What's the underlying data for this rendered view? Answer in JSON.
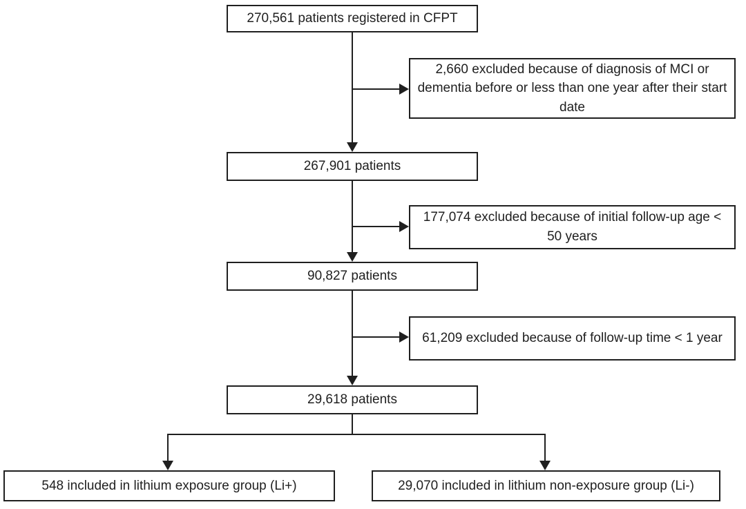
{
  "flow": {
    "registered": "270,561 patients registered in CFPT",
    "after_mci_exclusion": "267,901 patients",
    "after_age_exclusion": "90,827 patients",
    "after_followup_exclusion": "29,618 patients",
    "lithium_group": "548 included in lithium exposure group (Li+)",
    "non_lithium_group": "29,070 included in lithium non-exposure group (Li-)"
  },
  "exclusions": {
    "mci_dementia": "2,660 excluded because of diagnosis of MCI or dementia before or less than one year after their start date",
    "age": "177,074 excluded because of initial follow-up age < 50 years",
    "followup_time": "61,209 excluded because of follow-up time < 1 year"
  },
  "colors": {
    "line": "#1f1f1f",
    "box_border": "#1f1f1f",
    "box_background": "#ffffff",
    "text": "#1f1f1f"
  }
}
